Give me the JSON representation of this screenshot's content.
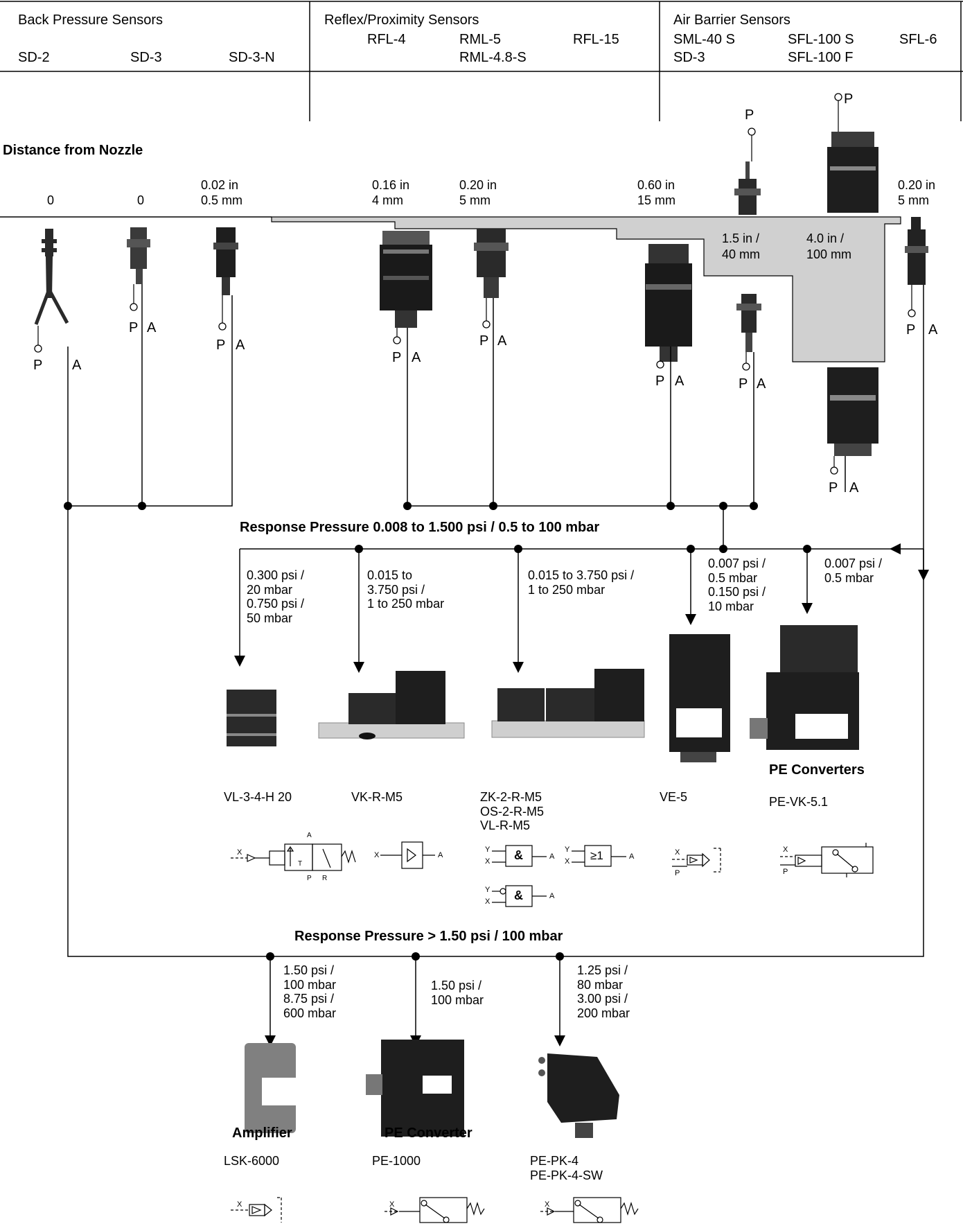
{
  "colors": {
    "line": "#000000",
    "shade": "#d0d0d0",
    "device_dark": "#1e1e1e",
    "device_mid": "#808080",
    "device_light": "#cfcfcf"
  },
  "header": {
    "back_pressure": {
      "title": "Back Pressure Sensors",
      "models": [
        "SD-2",
        "SD-3",
        "SD-3-N"
      ]
    },
    "reflex": {
      "title": "Reflex/Proximity Sensors",
      "models": [
        "RFL-4",
        "RML-5",
        "RML-4.8-S",
        "RFL-15"
      ]
    },
    "air_barrier": {
      "title": "Air Barrier Sensors",
      "models": [
        "SML-40 S",
        "SFL-100 S",
        "SFL-6",
        "SD-3",
        "SFL-100 F"
      ]
    }
  },
  "distance": {
    "heading": "Distance from Nozzle",
    "labels": [
      {
        "l1": "0",
        "l2": ""
      },
      {
        "l1": "0",
        "l2": ""
      },
      {
        "l1": "0.02 in",
        "l2": "0.5 mm"
      },
      {
        "l1": "0.16 in",
        "l2": "4 mm"
      },
      {
        "l1": "0.20 in",
        "l2": "5 mm"
      },
      {
        "l1": "0.60 in",
        "l2": "15 mm"
      },
      {
        "l1": "0.20 in",
        "l2": "5 mm"
      }
    ],
    "barrier": [
      {
        "l1": "1.5 in /",
        "l2": "40 mm"
      },
      {
        "l1": "4.0 in /",
        "l2": "100 mm"
      }
    ]
  },
  "ports": {
    "p": "P",
    "a": "A"
  },
  "response_low": {
    "title": "Response Pressure 0.008 to 1.500 psi / 0.5 to 100 mbar",
    "ranges": [
      "0.300 psi /\n20 mbar\n0.750 psi /\n50 mbar",
      "0.015 to\n3.750 psi /\n1 to 250 mbar",
      "0.015 to 3.750 psi /\n1 to 250 mbar",
      "0.007 psi /\n0.5 mbar\n0.150 psi /\n10 mbar",
      "0.007 psi /\n0.5 mbar"
    ],
    "devices": [
      "VL-3-4-H 20",
      "VK-R-M5",
      "ZK-2-R-M5\nOS-2-R-M5\nVL-R-M5",
      "VE-5",
      "PE-VK-5.1"
    ],
    "pe_title": "PE Converters"
  },
  "response_high": {
    "title": "Response Pressure > 1.50 psi / 100 mbar",
    "ranges": [
      "1.50 psi /\n100 mbar\n8.75 psi /\n600 mbar",
      "1.50 psi /\n100 mbar",
      "1.25 psi /\n80 mbar\n3.00 psi /\n200 mbar"
    ],
    "titles": [
      "Amplifier",
      "PE Converter"
    ],
    "devices": [
      "LSK-6000",
      "PE-1000",
      "PE-PK-4\nPE-PK-4-SW"
    ]
  },
  "symbols": {
    "x": "X",
    "y": "Y",
    "a": "A",
    "p": "P",
    "r": "R",
    "t": "T",
    "and": "&",
    "or": "≥1"
  }
}
